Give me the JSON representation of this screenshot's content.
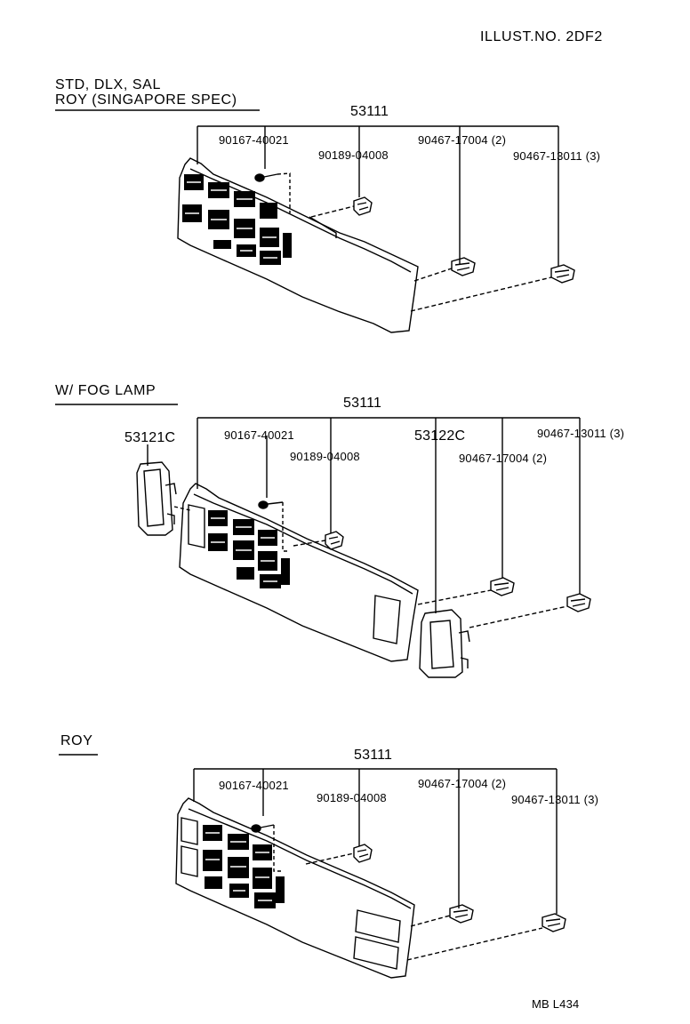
{
  "header": {
    "illustration_no": "ILLUST.NO. 2DF2"
  },
  "sections": [
    {
      "title_lines": [
        "STD, DLX, SAL",
        "ROY (SINGAPORE  SPEC)"
      ],
      "assembly_part": "53111",
      "parts": [
        "90167-40021",
        "90189-04008",
        "90467-17004 (2)",
        "90467-13011 (3)"
      ]
    },
    {
      "title_lines": [
        "W/ FOG  LAMP"
      ],
      "assembly_part": "53111",
      "parts": [
        "53121C",
        "90167-40021",
        "90189-04008",
        "53122C",
        "90467-17004 (2)",
        "90467-13011 (3)"
      ]
    },
    {
      "title_lines": [
        "ROY"
      ],
      "assembly_part": "53111",
      "parts": [
        "90167-40021",
        "90189-04008",
        "90467-17004 (2)",
        "90467-13011 (3)"
      ]
    }
  ],
  "footer": {
    "code": "MB  L434"
  }
}
